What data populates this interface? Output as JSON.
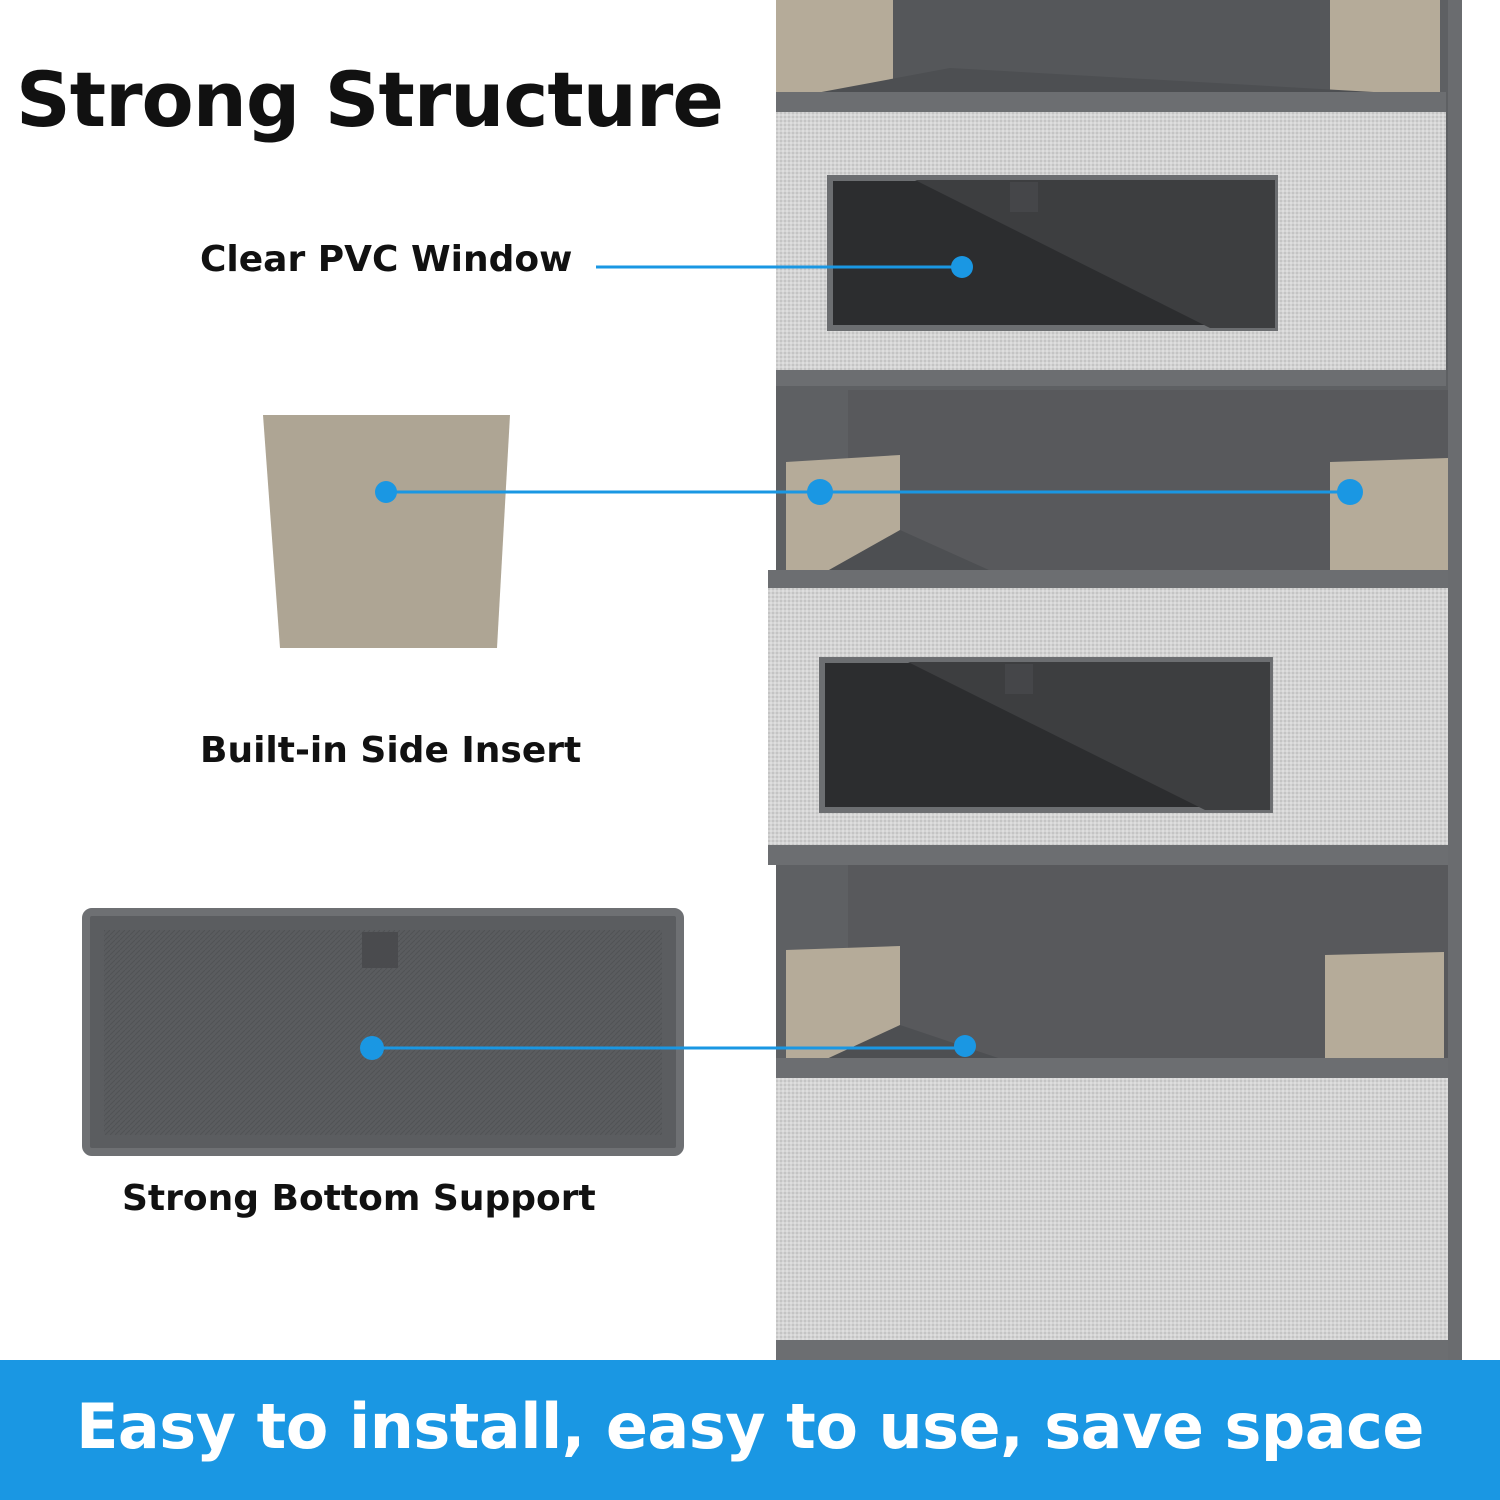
{
  "headline": "Strong Structure",
  "callouts": {
    "window": "Clear PVC Window",
    "insert": "Built-in Side Insert",
    "bottom": "Strong Bottom Support"
  },
  "footer": {
    "text": "Easy to install, easy to use, save space"
  },
  "colors": {
    "accent": "#1a97e3",
    "text": "#111111",
    "fabric_dark": "#5f6164",
    "fabric_light": "#d6d6d6",
    "cardboard": "#b7ae9e"
  }
}
